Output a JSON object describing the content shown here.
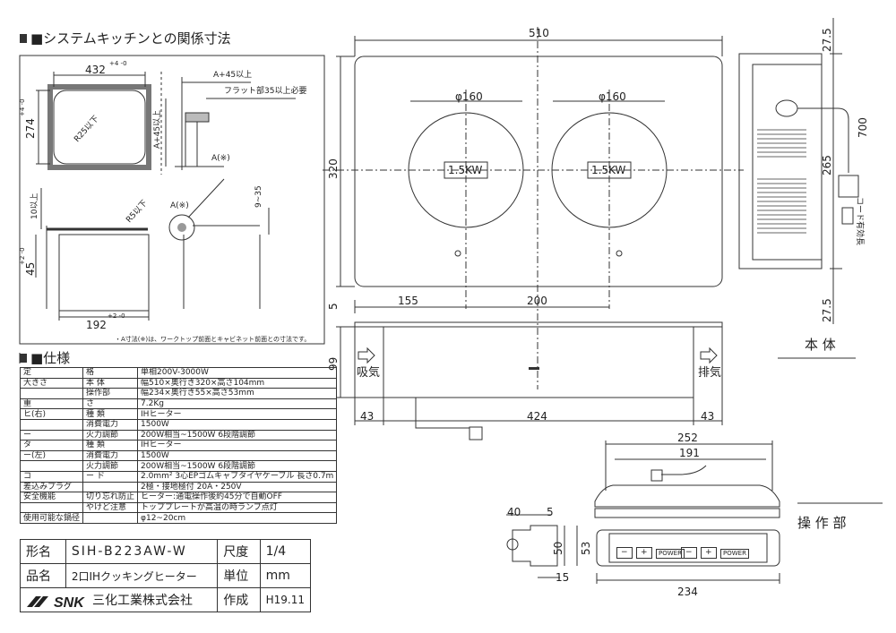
{
  "section_kitchen": "■システムキッチンとの関係寸法",
  "section_spec": "■仕様",
  "cutout": {
    "width": "432",
    "width_tol": "+4 -0",
    "depth": "274",
    "depth_tol": "+4 -0",
    "corner": "R25以下",
    "top_dim": "A+45以上",
    "flat": "フラット部35以上必要",
    "side_dim": "A+45以上",
    "a_mark": "A(※)",
    "depth_10": "10以上",
    "r5": "R5以下",
    "gap": "9~35",
    "h45": "45",
    "h45_tol": "+2 -0",
    "w192": "192",
    "w192_tol": "+2 -0",
    "note": "・A寸法(※)は、ワークトップ前面とキャビネット前面との寸法です。"
  },
  "top_view": {
    "width": "510",
    "height": "320",
    "burner_left_dia": "φ160",
    "burner_right_dia": "φ160",
    "burner_left_power": "1.5KW",
    "burner_right_power": "1.5KW",
    "offset_left": "155",
    "spacing": "200"
  },
  "front_view": {
    "top_gap": "5",
    "height": "99",
    "intake": "吸気",
    "exhaust": "排気",
    "left_margin": "43",
    "center_width": "424",
    "right_margin": "43"
  },
  "side_view": {
    "top": "27.5",
    "bottom": "27.5",
    "middle": "265",
    "cord_len": "700",
    "cord_label": "コード有効長",
    "label": "本 体"
  },
  "panel": {
    "w252": "252",
    "w191": "191",
    "w234": "234",
    "d40": "40",
    "d5": "5",
    "h50": "50",
    "h53": "53",
    "d15": "15",
    "label": "操 作 部",
    "btn_minus": "−",
    "btn_plus": "+",
    "btn_power": "POWER"
  },
  "spec_rows": [
    {
      "c1": "定",
      "c2": "格",
      "c3": "単相200V-3000W"
    },
    {
      "c1": "大きさ",
      "c2": "本 体",
      "c3": "幅510×奥行き320×高さ104mm"
    },
    {
      "c1": "",
      "c2": "操作部",
      "c3": "幅234×奥行き55×高さ53mm"
    },
    {
      "c1": "重",
      "c2": "さ",
      "c3": "7.2Kg"
    },
    {
      "c1": "ヒ(右)",
      "c2": "種 類",
      "c3": "IHヒーター"
    },
    {
      "c1": "",
      "c2": "消費電力",
      "c3": "1500W"
    },
    {
      "c1": "ー",
      "c2": "火力調節",
      "c3": "200W相当~1500W 6段階調節"
    },
    {
      "c1": "タ",
      "c2": "種 類",
      "c3": "IHヒーター"
    },
    {
      "c1": "ー(左)",
      "c2": "消費電力",
      "c3": "1500W"
    },
    {
      "c1": "",
      "c2": "火力調節",
      "c3": "200W相当~1500W 6段階調節"
    },
    {
      "c1": "コ",
      "c2": "ー ド",
      "c3": "2.0mm² 3心EPゴムキャブタイヤケーブル 長さ0.7m"
    },
    {
      "c1": "差込みプラグ",
      "c2": "",
      "c3": "2極・接地極付 20A・250V"
    },
    {
      "c1": "安全機能",
      "c2": "切り忘れ防止",
      "c3": "ヒーター:通電操作後約45分で自動OFF"
    },
    {
      "c1": "",
      "c2": "やけど注意",
      "c3": "トッププレートが高温の時ランプ点灯"
    },
    {
      "c1": "使用可能な鍋径",
      "c2": "",
      "c3": "φ12~20cm"
    }
  ],
  "title_block": {
    "model_label": "形名",
    "model": "SIH-B223AW-W",
    "scale_label": "尺度",
    "scale": "1/4",
    "name_label": "品名",
    "name": "2口IHクッキングヒーター",
    "unit_label": "単位",
    "unit": "mm",
    "company_logo": "SNK",
    "company": "三化工業株式会社",
    "date_label": "作成",
    "date": "H19.11"
  }
}
